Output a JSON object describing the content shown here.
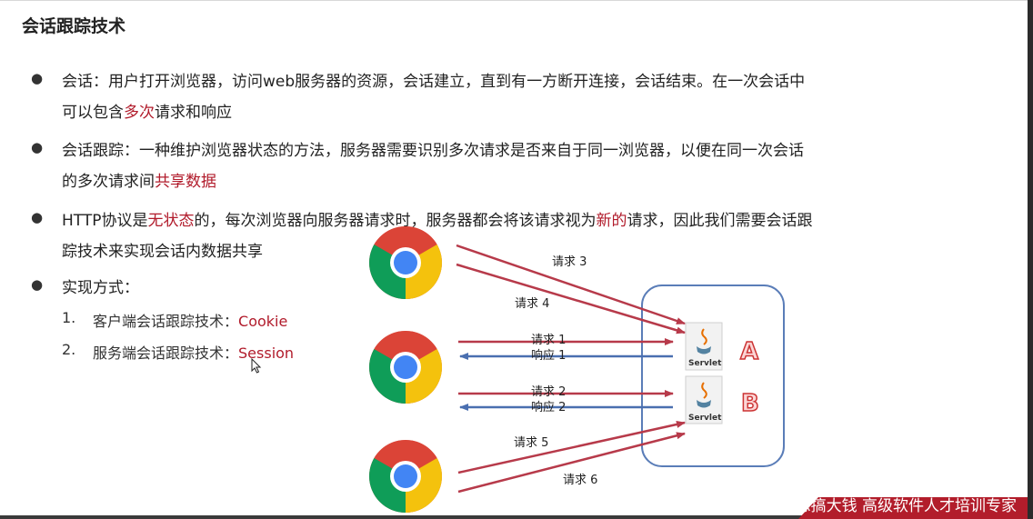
{
  "title": "会话跟踪技术",
  "bullets": [
    {
      "line1": {
        "pre": "会话：用户打开浏览器，访问web服务器的资源，会话建立，直到有一方断开连接，会话结束。在一次会话中",
        "hl": "",
        "post": ""
      },
      "line2": {
        "pre": "可以包含",
        "hl": "多次",
        "post": "请求和响应"
      }
    },
    {
      "line1": {
        "pre": "会话跟踪：一种维护浏览器状态的方法，服务器需要识别多次请求是否来自于同一浏览器，以便在同一次会话",
        "hl": "",
        "post": ""
      },
      "line2": {
        "pre": "的多次请求间",
        "hl": "共享数据",
        "post": ""
      }
    },
    {
      "line1": {
        "pre": "HTTP协议是",
        "hl": "无状态",
        "mid": "的，每次浏览器向服务器请求时，服务器都会将该请求视为",
        "hl2": "新的",
        "post": "请求，因此我们需要会话跟"
      },
      "line2": {
        "pre": "踪技术来实现会话内数据共享",
        "hl": "",
        "post": ""
      }
    },
    {
      "line1": {
        "pre": "实现方式：",
        "hl": "",
        "post": ""
      }
    }
  ],
  "methods": [
    {
      "num": "1.",
      "label": "客户端会话跟踪技术：",
      "value": "Cookie"
    },
    {
      "num": "2.",
      "label": "服务端会话跟踪技术：",
      "value": "Session"
    }
  ],
  "diagram": {
    "arrows": {
      "req3": "请求 3",
      "req4": "请求 4",
      "req1": "请求 1",
      "resp1": "响应 1",
      "req2": "请求 2",
      "resp2": "响应 2",
      "req5": "请求 5",
      "req6": "请求 6"
    },
    "servlet_label": "Servlet",
    "server_a": "A",
    "server_b": "B"
  },
  "watermark": "CSDN @小菜鸡想搞大钱 高级软件人才培训专家",
  "colors": {
    "highlight": "#b11b2b",
    "request_arrow": "#b73a4a",
    "response_arrow": "#4a6fb0",
    "server_box": "#5a7db8"
  }
}
